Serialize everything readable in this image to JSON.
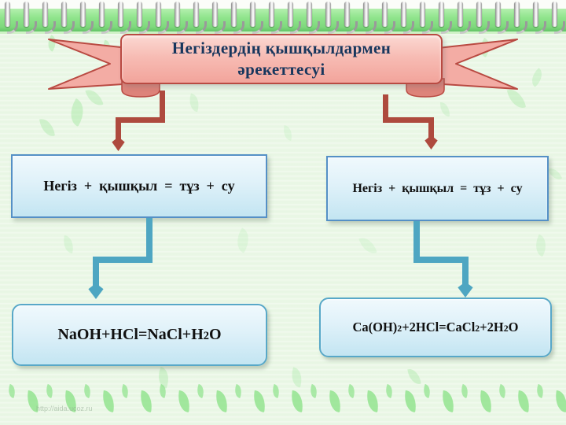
{
  "slide": {
    "title_lines": [
      "Негіздердің қышқылдармен",
      "әрекеттесуі"
    ],
    "rule_left": "Негіз  +  қышқыл  =  тұз  +  су",
    "rule_right": "Негіз  +  қышқыл  =  тұз  +  су",
    "equation_left": [
      {
        "text": "NaOH+HCl=NaCl+H"
      },
      {
        "text": "2",
        "small": true
      },
      {
        "text": "O"
      }
    ],
    "equation_right": [
      {
        "text": "Ca(OH)"
      },
      {
        "text": "2",
        "small": true
      },
      {
        "text": "+2HCl=CaCl"
      },
      {
        "text": "2",
        "small": true
      },
      {
        "text": "+2H"
      },
      {
        "text": "2",
        "small": true
      },
      {
        "text": "O"
      }
    ],
    "watermark": "http://aida.ucoz.ru"
  },
  "colors": {
    "ribbon_fill": "#F5B5AD",
    "ribbon_border": "#B94A42",
    "title_text": "#17365D",
    "box_border": "#5590C6",
    "round_box_border": "#58A8C8",
    "box_fill_top": "#F0F9FD",
    "box_fill_bottom": "#C3E5F2",
    "red_arrow": "#AE4A3E",
    "teal_arrow": "#4EA6C2",
    "strip_green": "#8FE48C",
    "page_background": "#EAF7E6",
    "leaf_green": "#8DE28A"
  }
}
